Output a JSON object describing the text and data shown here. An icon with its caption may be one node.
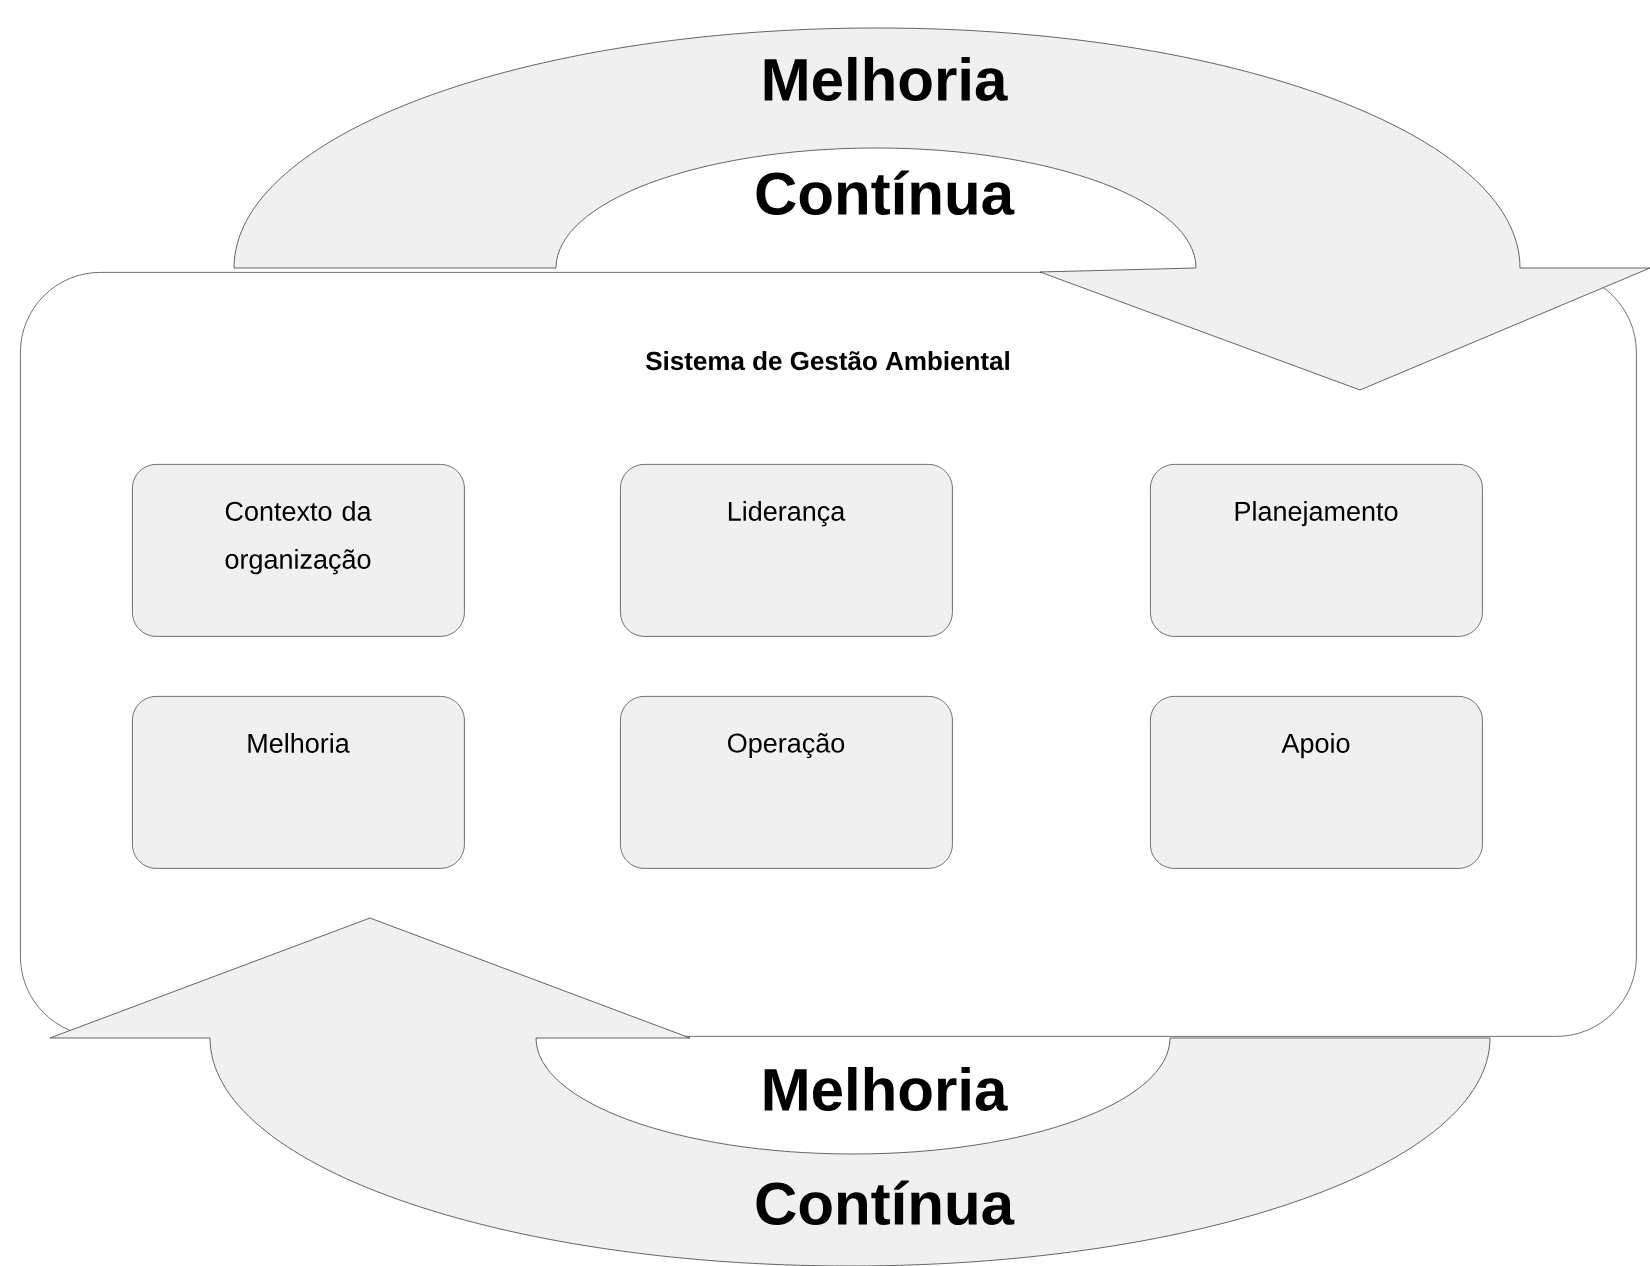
{
  "diagram": {
    "nodes": [
      {
        "text": [
          "Sistema de Gestão Ambiental"
        ]
      },
      {
        "text": [
          "Contexto da organização"
        ],
        "in": 0
      },
      {
        "text": [
          "Liderança"
        ],
        "in": 0
      },
      {
        "text": [
          "Planejamento"
        ],
        "in": 0
      },
      {
        "text": [
          "Melhoria"
        ],
        "in": 0
      },
      {
        "text": [
          "Operação"
        ],
        "in": 0
      },
      {
        "text": [
          "Apoio"
        ],
        "in": 0
      }
    ],
    "labels": [
      "Melhoria Contínua",
      "Melhoria Contínua"
    ]
  }
}
